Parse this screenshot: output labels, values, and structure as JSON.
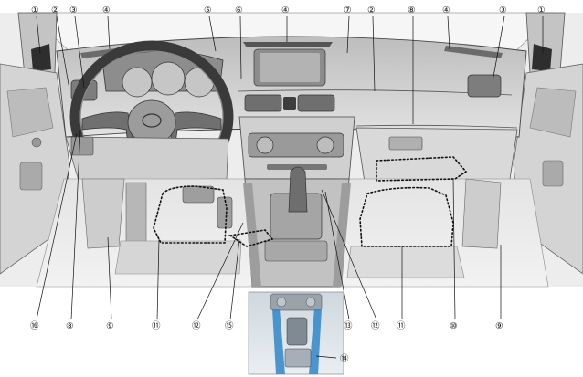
{
  "diagram": {
    "top_callouts": [
      {
        "id": "c1-left",
        "label": "①"
      },
      {
        "id": "c2-left",
        "label": "②"
      },
      {
        "id": "c3-left",
        "label": "③"
      },
      {
        "id": "c4-left",
        "label": "④"
      },
      {
        "id": "c5",
        "label": "⑤"
      },
      {
        "id": "c6",
        "label": "⑥"
      },
      {
        "id": "c4-center",
        "label": "④"
      },
      {
        "id": "c7",
        "label": "⑦"
      },
      {
        "id": "c2-right",
        "label": "②"
      },
      {
        "id": "c8-top",
        "label": "⑧"
      },
      {
        "id": "c4-right",
        "label": "④"
      },
      {
        "id": "c3-right",
        "label": "③"
      },
      {
        "id": "c1-right",
        "label": "①"
      }
    ],
    "bottom_callouts": [
      {
        "id": "c16",
        "label": "⑯"
      },
      {
        "id": "c8-bottom",
        "label": "⑧"
      },
      {
        "id": "c9-left",
        "label": "⑨"
      },
      {
        "id": "c11-left",
        "label": "⑪"
      },
      {
        "id": "c12-left",
        "label": "⑫"
      },
      {
        "id": "c15",
        "label": "⑮"
      },
      {
        "id": "c13",
        "label": "⑬"
      },
      {
        "id": "c12-right",
        "label": "⑫"
      },
      {
        "id": "c11-right",
        "label": "⑪"
      },
      {
        "id": "c10",
        "label": "⑩"
      },
      {
        "id": "c9-right",
        "label": "⑨"
      }
    ],
    "inset_callouts": [
      {
        "id": "c14",
        "label": "⑭"
      }
    ],
    "colors": {
      "interior_light": "#e6e6e6",
      "interior_mid": "#c9c9c9",
      "interior_dark": "#9a9a9a",
      "outline": "#3a3a3a",
      "highlight_blue": "#2f86c9"
    }
  }
}
